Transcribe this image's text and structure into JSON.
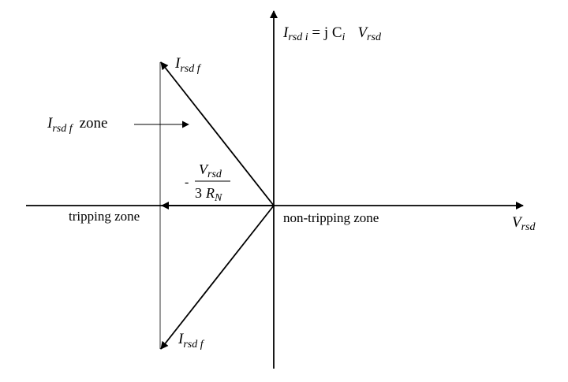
{
  "axis": {
    "vertical_label": {
      "main": "I",
      "sub": "rsd i",
      "rest": " = j C",
      "sub2": "i",
      "var": "V",
      "var_sub": "rsd"
    },
    "horizontal_label": {
      "main": "V",
      "sub": "rsd"
    }
  },
  "vectors": {
    "upper": {
      "main": "I",
      "sub": "rsd f"
    },
    "lower": {
      "main": "I",
      "sub": "rsd f"
    }
  },
  "zone_label": {
    "main": "I",
    "sub": "rsd f",
    "suffix": "zone"
  },
  "fraction": {
    "sign": "-",
    "num_main": "V",
    "num_sub": "rsd",
    "den_coef": "3",
    "den_main": "R",
    "den_sub": "N"
  },
  "zones": {
    "left": "tripping zone",
    "right": "non-tripping zone"
  },
  "colors": {
    "stroke": "#000000",
    "background": "#ffffff"
  }
}
